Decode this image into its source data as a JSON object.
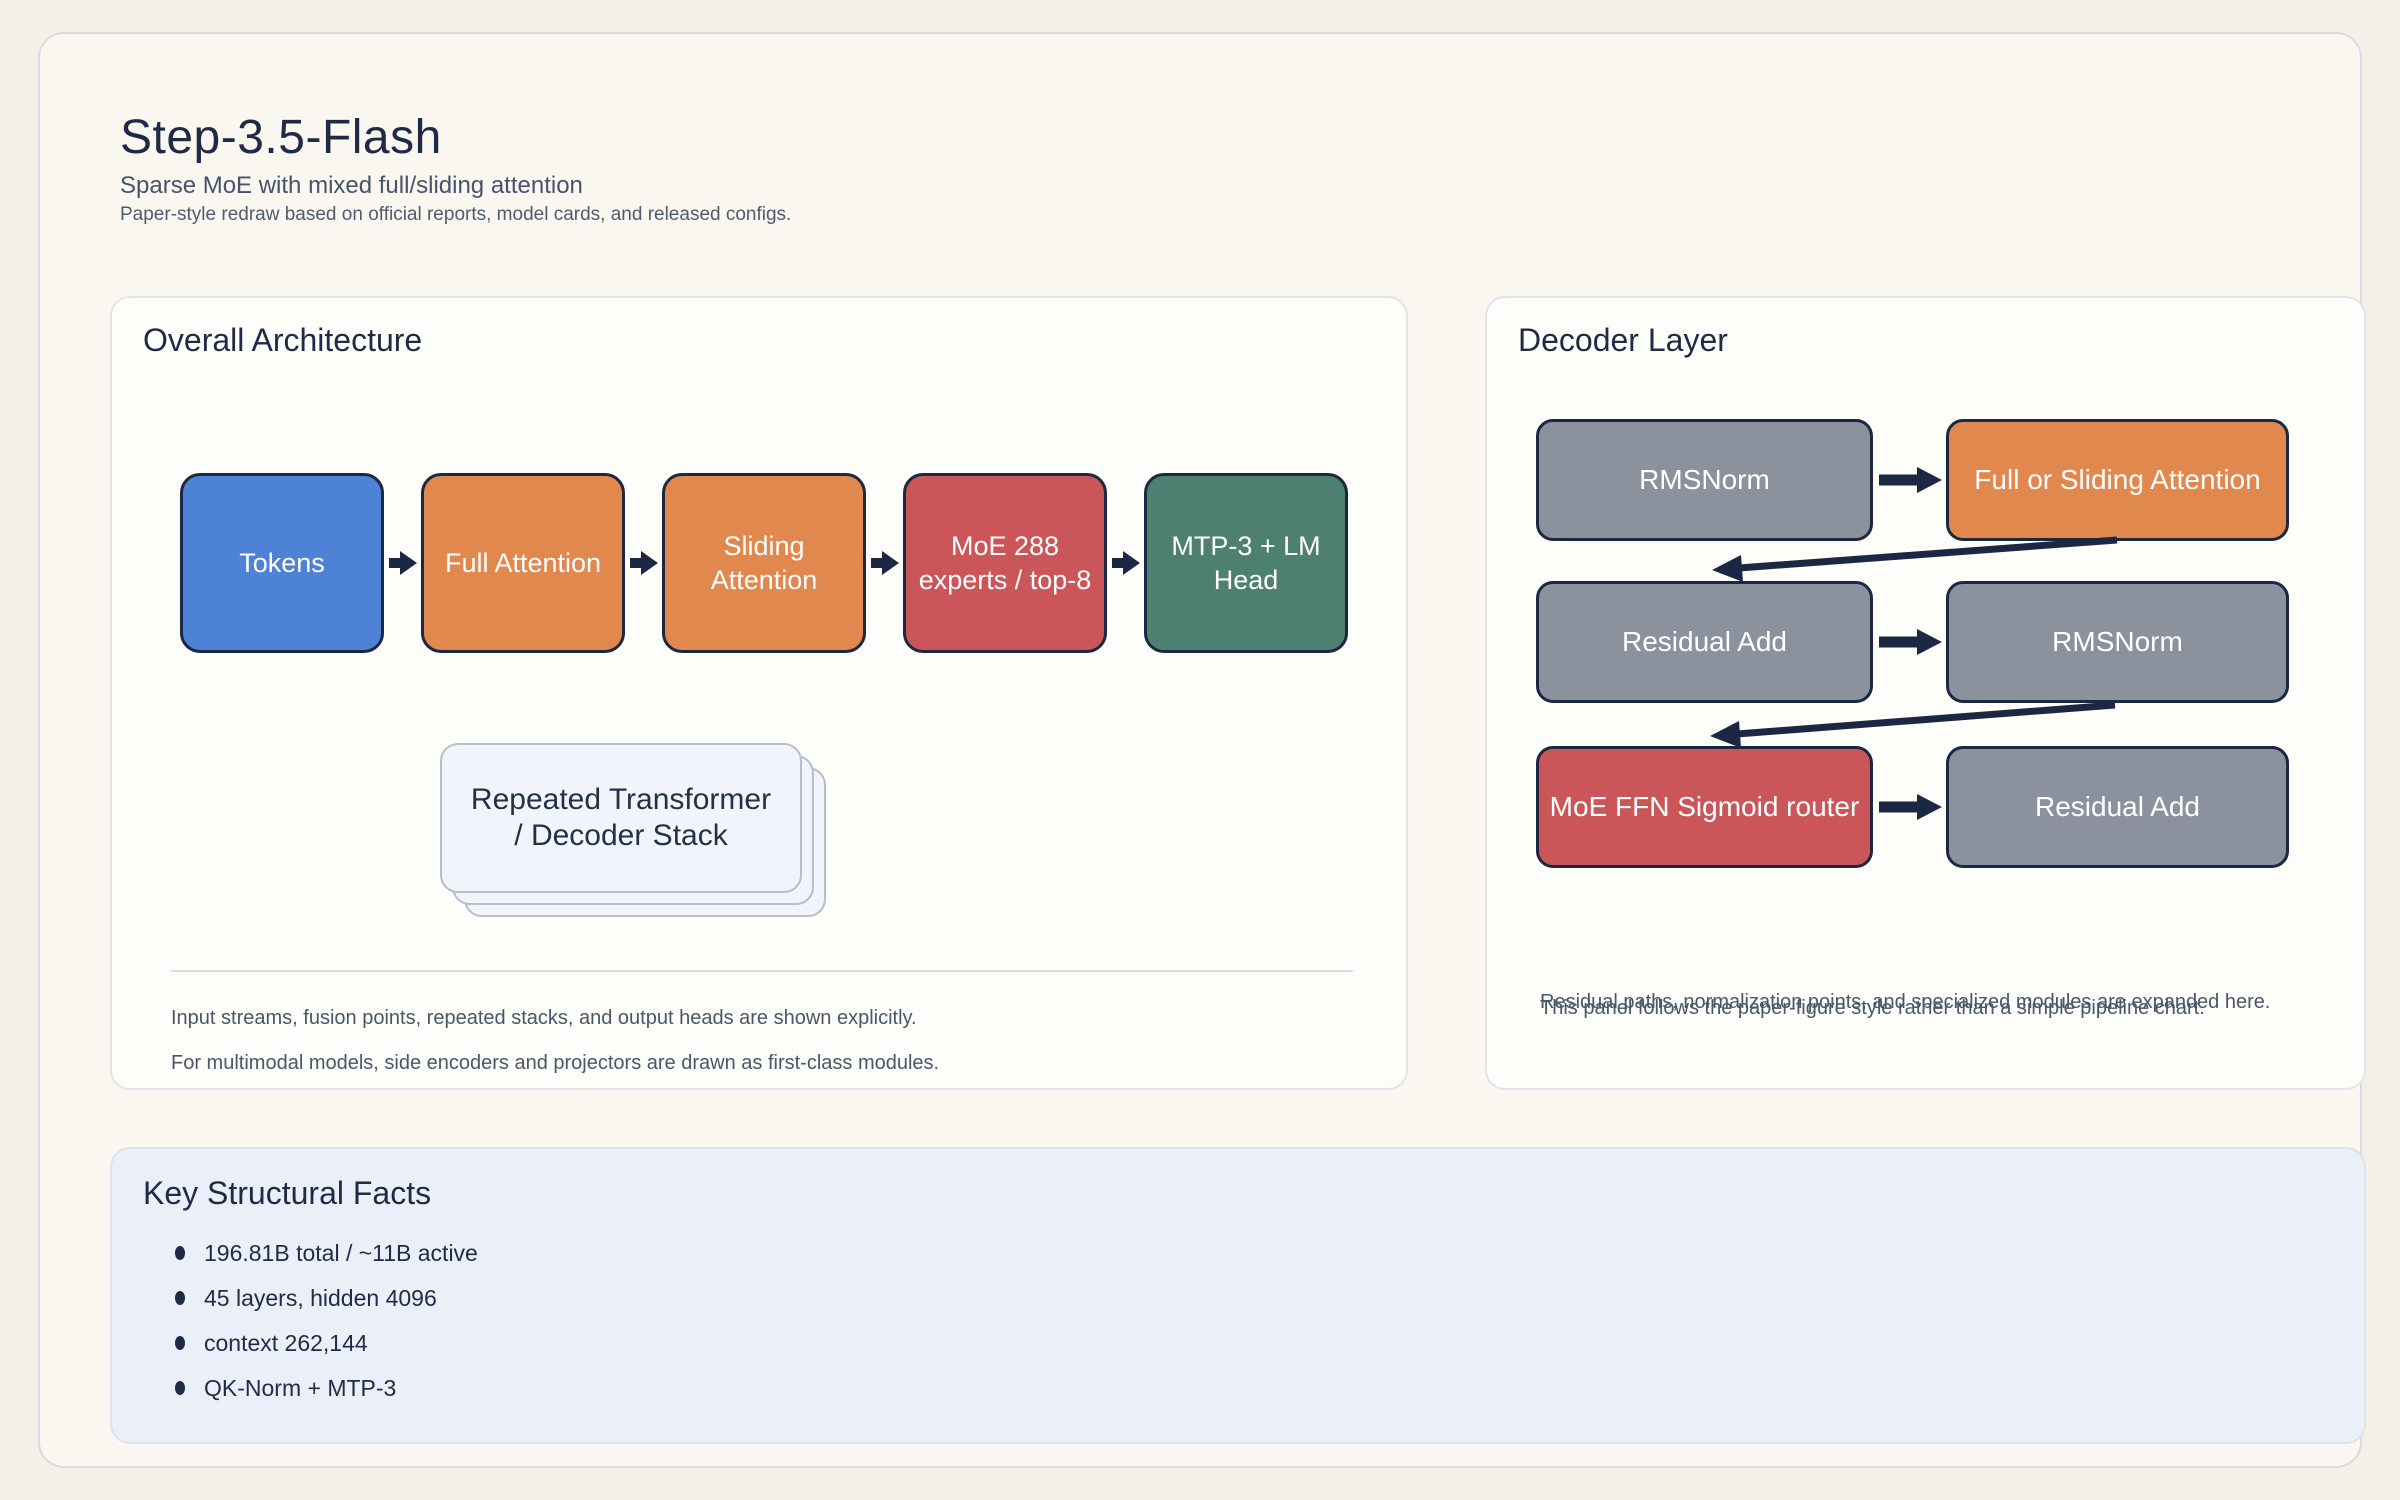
{
  "header": {
    "title": "Step-3.5-Flash",
    "subtitle": "Sparse MoE with mixed full/sliding attention",
    "note": "Paper-style redraw based on official reports, model cards, and released configs."
  },
  "overall": {
    "title": "Overall Architecture",
    "flow": [
      {
        "label": "Tokens",
        "color": "#4e82d6"
      },
      {
        "label": "Full Attention",
        "color": "#e0884e"
      },
      {
        "label": "Sliding Attention",
        "color": "#e0884e"
      },
      {
        "label": "MoE 288 experts / top-8",
        "color": "#cb5659"
      },
      {
        "label": "MTP-3 + LM Head",
        "color": "#4e8071"
      }
    ],
    "stack_label": "Repeated Transformer / Decoder Stack",
    "footnotes": [
      "Input streams, fusion points, repeated stacks, and output heads are shown explicitly.",
      "For multimodal models, side encoders and projectors are drawn as first-class modules."
    ]
  },
  "decoder": {
    "title": "Decoder Layer",
    "boxes": [
      {
        "label": "RMSNorm",
        "color": "#8b919d"
      },
      {
        "label": "Full or Sliding Attention",
        "color": "#e0884e"
      },
      {
        "label": "Residual Add",
        "color": "#8b919d"
      },
      {
        "label": "RMSNorm",
        "color": "#8b919d"
      },
      {
        "label": "MoE FFN Sigmoid router",
        "color": "#cb5659"
      },
      {
        "label": "Residual Add",
        "color": "#8b919d"
      }
    ],
    "footnotes": [
      "Residual paths, normalization points, and specialized modules are expanded here.",
      "This panel follows the paper-figure style rather than a simple pipeline chart."
    ]
  },
  "facts": {
    "title": "Key Structural Facts",
    "items": [
      "196.81B total / ~11B active",
      "45 layers, hidden 4096",
      "context 262,144",
      "QK-Norm + MTP-3"
    ]
  },
  "colors": {
    "arrow": "#1c2843",
    "border_navy": "#1c2843",
    "text_navy": "#1e2a46",
    "blue": "#4e82d6",
    "orange": "#e0884e",
    "red": "#cb5659",
    "green": "#4e8071",
    "gray": "#8b919d",
    "page_bg": "#f4f0e7",
    "card_bg": "#faf7f0",
    "facts_bg": "#ebeff7"
  }
}
